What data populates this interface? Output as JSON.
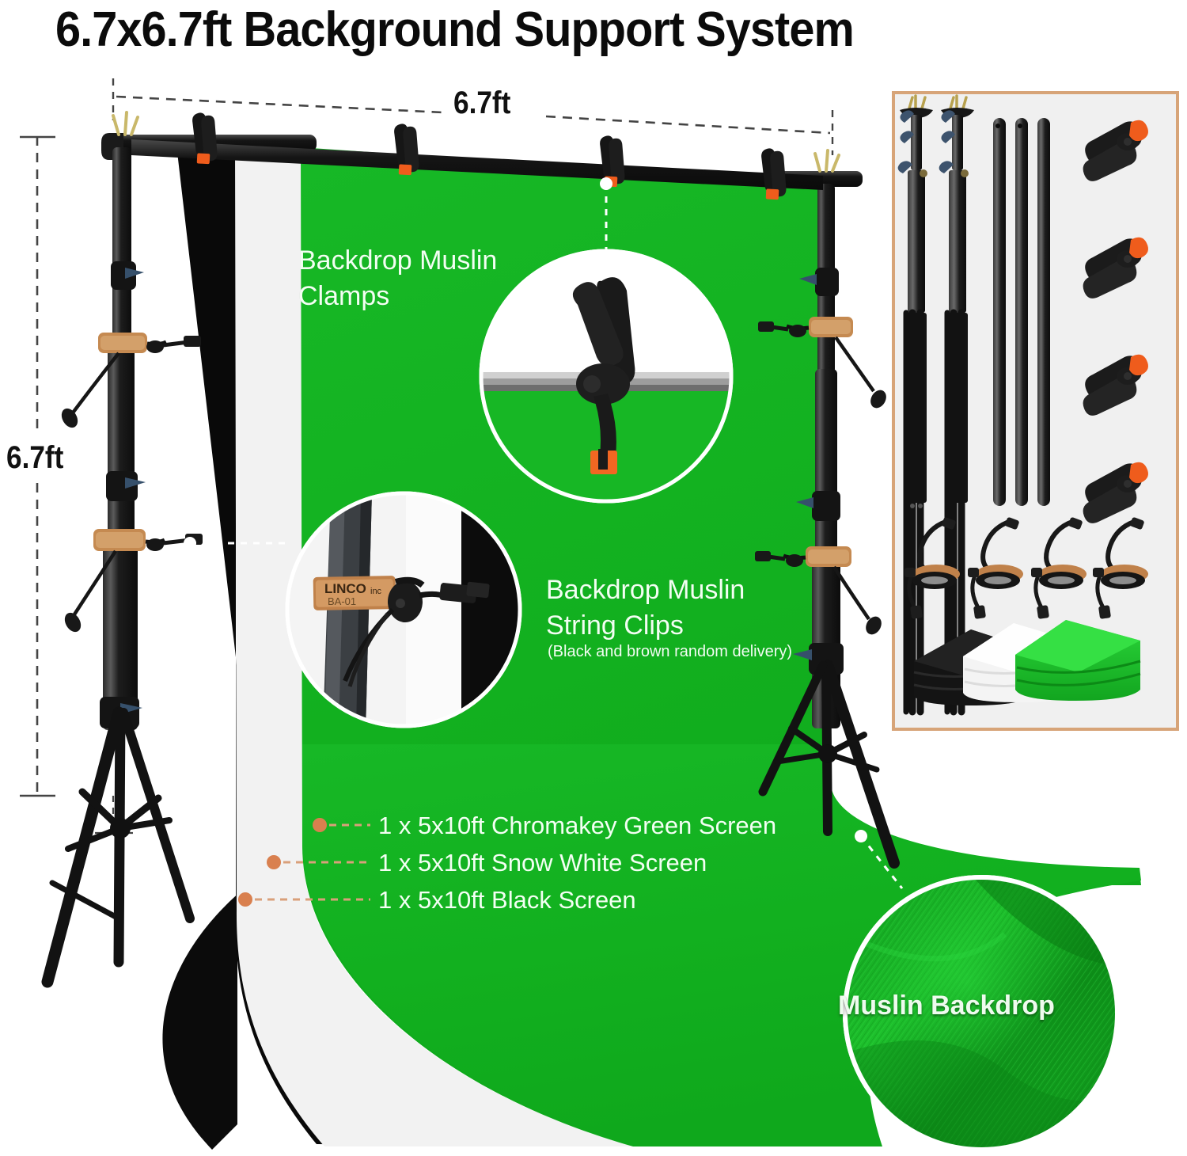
{
  "page": {
    "title": "6.7x6.7ft Background Support System",
    "background_color": "#ffffff",
    "accent_green": "#13b521",
    "leader_dot_color": "#d9804f",
    "panel_border_color": "#d7a478",
    "panel_fill_color": "#f0f0f0",
    "clamp_tip_color": "#f26722"
  },
  "dimensions": {
    "top_label": "6.7ft",
    "left_label": "6.7ft"
  },
  "callouts": {
    "clamps": {
      "line1": "Backdrop Muslin",
      "line2": "Clamps"
    },
    "string_clips": {
      "line1": "Backdrop Muslin",
      "line2": "String Clips",
      "note": "(Black and brown random delivery)"
    },
    "muslin": {
      "label": "Muslin Backdrop"
    },
    "strap_brand": {
      "brand": "LINCOinc",
      "model": "BA-01"
    }
  },
  "included_items": [
    {
      "qty": "1 x",
      "size": "5x10ft",
      "name": "Chromakey Green Screen",
      "text": "1 x  5x10ft Chromakey Green Screen",
      "color": "#13b521"
    },
    {
      "qty": "1 x",
      "size": "5x10ft",
      "name": "Snow White Screen",
      "text": "1 x  5x10ft  Snow White Screen",
      "color": "#f2f2f2"
    },
    {
      "qty": "1 x",
      "size": "5x10ft",
      "name": "Black Screen",
      "text": "1 x  5x10ft  Black Screen",
      "color": "#111111"
    }
  ],
  "parts_panel": {
    "stands_count": 2,
    "crossbar_poles_count": 3,
    "spring_clamps_count": 4,
    "string_clips_count": 4,
    "folded_backdrops": [
      "black",
      "white",
      "green"
    ]
  },
  "icons": {
    "stand": "light-stand-icon",
    "pole": "crossbar-pole-icon",
    "clamp": "spring-clamp-icon",
    "string_clip": "string-clip-icon",
    "fabric": "folded-fabric-icon"
  }
}
